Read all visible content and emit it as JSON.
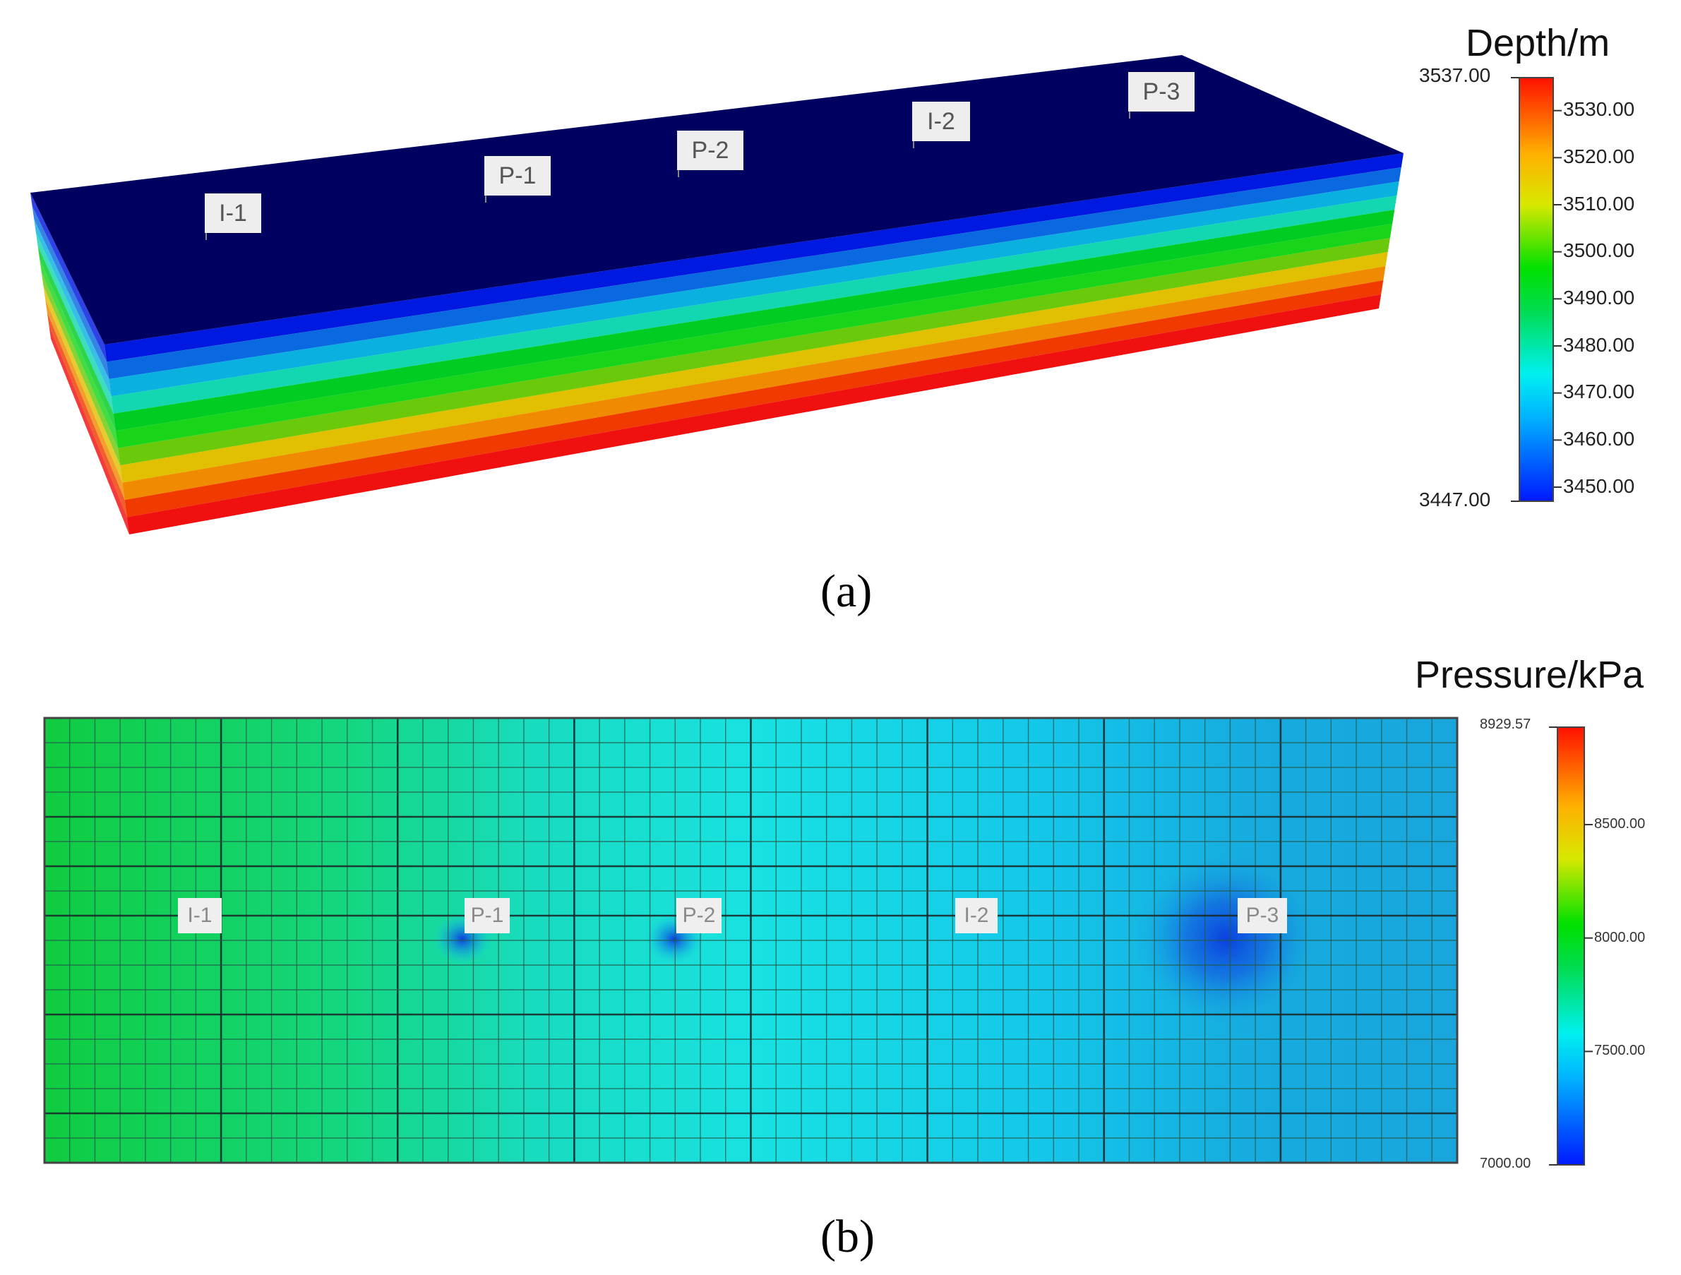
{
  "panel_a": {
    "label": "(a)",
    "colorbar": {
      "title": "Depth/m",
      "min_label": "3447.00",
      "max_label": "3537.00",
      "min": 3447,
      "max": 3537,
      "ticks": [
        "3530.00",
        "3520.00",
        "3510.00",
        "3500.00",
        "3490.00",
        "3480.00",
        "3470.00",
        "3460.00",
        "3450.00"
      ]
    },
    "wells": [
      "I-1",
      "P-1",
      "P-2",
      "I-2",
      "P-3"
    ],
    "layer_colors": [
      "#0019e0",
      "#0a68e0",
      "#0ab0e0",
      "#12d7b0",
      "#00cc22",
      "#18d51a",
      "#6ac90a",
      "#e0c000",
      "#f08a00",
      "#f03a00",
      "#f01010"
    ],
    "top_color": "#000060"
  },
  "panel_b": {
    "label": "(b)",
    "colorbar": {
      "title": "Pressure/kPa",
      "min_label": "7000.00",
      "max_label": "8929.57",
      "min": 7000,
      "max": 8929.57,
      "ticks": [
        "8500.00",
        "8000.00",
        "7500.00"
      ]
    },
    "wells": [
      "I-1",
      "P-1",
      "P-2",
      "I-2",
      "P-3"
    ],
    "grid": {
      "cols": 56,
      "rows": 18
    },
    "field_colors": [
      "#10cc40",
      "#18d6a6",
      "#18e0e0",
      "#10c4ea",
      "#16a8e0"
    ]
  }
}
